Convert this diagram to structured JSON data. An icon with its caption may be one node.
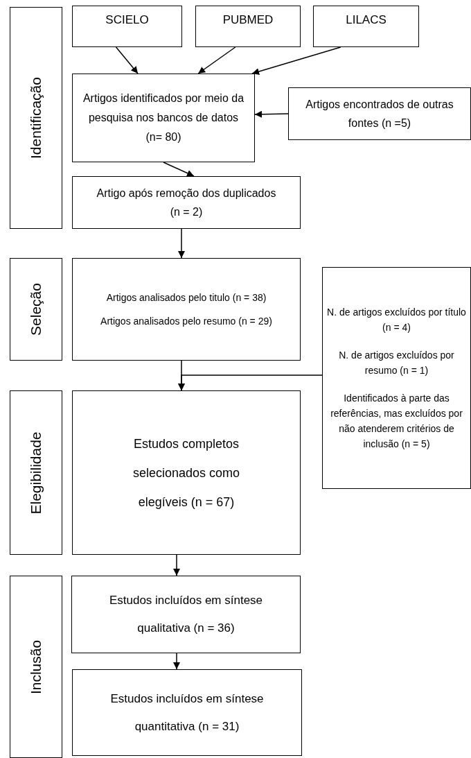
{
  "diagram": {
    "nodes": [
      {
        "text": [
          "Identificação"
        ]
      },
      {
        "text": [
          "SCIELO"
        ]
      },
      {
        "text": [
          "PUBMED"
        ]
      },
      {
        "text": [
          "LILACS"
        ]
      },
      {
        "text": [
          "Artigos identificados por meio da pesquisa nos bancos de datos (n= 80)"
        ]
      },
      {
        "text": [
          "Artigos encontrados de outras fontes (n =5)"
        ]
      },
      {
        "text": [
          "Artigo após remoção dos duplicados (n = 2)"
        ]
      },
      {
        "text": [
          "Seleção"
        ]
      },
      {
        "text": [
          "Artigos analisados pelo titulo (n = 38)",
          "Artigos analisados pelo resumo (n = 29)"
        ]
      },
      {
        "text": [
          "N. de artigos excluídos por título (n = 4)",
          "N. de artigos excluídos por resumo (n = 1)",
          "Identificados à parte das referências, mas excluídos por não atenderem critérios de inclusão (n = 5)"
        ]
      },
      {
        "text": [
          "Elegibilidade"
        ]
      },
      {
        "text": [
          "Estudos completos selecionados como elegíveis (n = 67)"
        ]
      },
      {
        "text": [
          "Inclusão"
        ]
      },
      {
        "text": [
          "Estudos incluídos em síntese qualitativa (n = 36)"
        ]
      },
      {
        "text": [
          "Estudos incluídos em síntese quantitativa (n = 31)"
        ]
      }
    ],
    "edges": [
      {
        "from": 1,
        "to": 4,
        "arrow": "to"
      },
      {
        "from": 2,
        "to": 4,
        "arrow": "to"
      },
      {
        "from": 3,
        "to": 4,
        "arrow": "to"
      },
      {
        "from": 5,
        "to": 4,
        "arrow": "to"
      },
      {
        "from": 4,
        "to": 6,
        "arrow": "to"
      },
      {
        "from": 6,
        "to": 8,
        "arrow": "to"
      },
      {
        "from": 8,
        "to": 11,
        "arrow": "to"
      },
      {
        "from": 9,
        "to": 11,
        "arrow": "to"
      },
      {
        "from": 11,
        "to": 13,
        "arrow": "to"
      },
      {
        "from": 13,
        "to": 14,
        "arrow": "to"
      }
    ]
  }
}
